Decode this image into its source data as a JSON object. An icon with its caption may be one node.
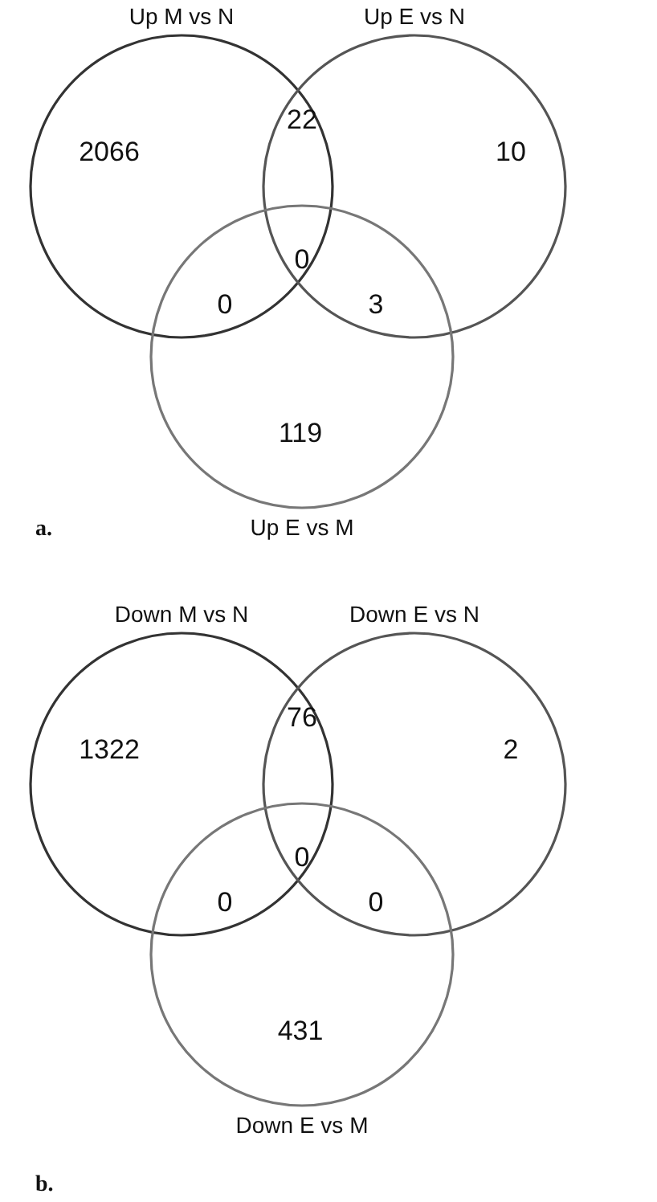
{
  "diagram": {
    "nodes": [
      {
        "text": [
          "Up M vs N"
        ]
      },
      {
        "text": [
          "Up E vs N"
        ]
      },
      {
        "text": [
          "Up E vs M"
        ]
      },
      {
        "text": [
          "Down M vs N"
        ]
      },
      {
        "text": [
          "Down E vs N"
        ]
      },
      {
        "text": [
          "Down E vs M"
        ]
      }
    ],
    "labels": [
      "2066",
      "22",
      "10",
      "0",
      "0",
      "3",
      "119",
      "a.",
      "1322",
      "76",
      "2",
      "0",
      "0",
      "0",
      "431",
      "b."
    ]
  }
}
